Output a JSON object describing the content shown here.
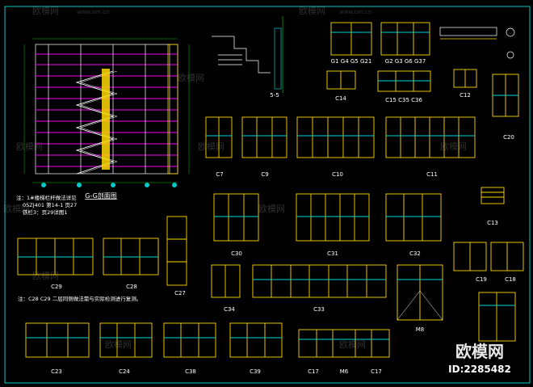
{
  "colors": {
    "background": "#000000",
    "frame": "#00c8c8",
    "window_frame": "#ffd800",
    "glass": "#00d8d8",
    "dimension": "#00c000",
    "hatch": "#c000c0",
    "text": "#ffffff"
  },
  "section": {
    "title": "G-G剖面图",
    "note1": "注：1#楼梯栏杆做法详见",
    "note2": "05ZJ401 第14-1 页27",
    "note3": "铁栏3：页29详图1",
    "label": "5-5"
  },
  "note_bottom": "注：C28 C29 二层同侧做法需与实际检测进行复测。",
  "window_labels": {
    "g1": "G1 G4 G5 G21",
    "g2": "G2 G3 G6 G37",
    "c14": "C14",
    "c15": "C15 C35 C36",
    "c12": "C12",
    "c20": "C20",
    "c7": "C7",
    "c9": "C9",
    "c10": "C10",
    "c11": "C11",
    "c13": "C13",
    "c29": "C29",
    "c28": "C28",
    "c27": "C27",
    "c30": "C30",
    "c31": "C31",
    "c32": "C32",
    "c19": "C19",
    "c18": "C18",
    "c34": "C34",
    "c33": "C33",
    "m8": "M8",
    "c23": "C23",
    "c24": "C24",
    "c38": "C38",
    "c39": "C39",
    "c17a": "C17",
    "m6": "M6",
    "c17b": "C17"
  },
  "watermark": {
    "brand": "欧模网",
    "url": "www.om.cn",
    "id": "ID:2285482"
  }
}
